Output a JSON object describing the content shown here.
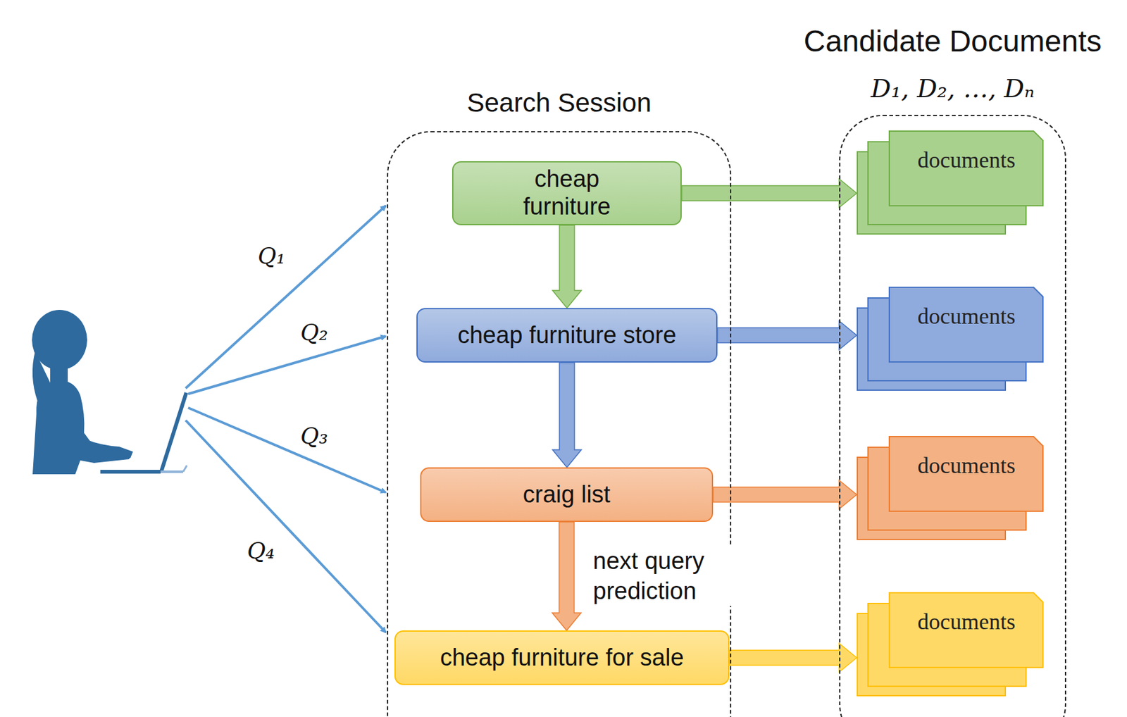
{
  "diagram": {
    "nodes": [
      {
        "text": [
          "Search Session"
        ]
      },
      {
        "text": [
          "cheap furniture"
        ],
        "in": 0
      },
      {
        "text": [
          "cheap furniture store"
        ],
        "in": 0
      },
      {
        "text": [
          "craig list"
        ],
        "in": 0
      },
      {
        "text": [
          "cheap furniture for sale"
        ],
        "in": 0
      },
      {
        "text": [
          "Candidate Documents",
          "D₁, D₂, …, Dₙ"
        ]
      },
      {
        "text": [
          "documents"
        ],
        "in": 5
      },
      {
        "text": [
          "documents"
        ],
        "in": 5
      },
      {
        "text": [
          "documents"
        ],
        "in": 5
      },
      {
        "text": [
          "documents"
        ],
        "in": 5
      }
    ],
    "edges": [
      {
        "from": 1,
        "to": 2,
        "arrow": "to"
      },
      {
        "from": 2,
        "to": 3,
        "arrow": "to"
      },
      {
        "from": 3,
        "to": 4,
        "label": "next query prediction",
        "arrow": "to"
      },
      {
        "from": 1,
        "to": 6,
        "arrow": "to"
      },
      {
        "from": 2,
        "to": 7,
        "arrow": "to"
      },
      {
        "from": 3,
        "to": 8,
        "arrow": "to"
      },
      {
        "from": 4,
        "to": 9,
        "arrow": "to"
      }
    ],
    "labels": [
      "Q₁",
      "Q₂",
      "Q₃",
      "Q₄"
    ]
  }
}
